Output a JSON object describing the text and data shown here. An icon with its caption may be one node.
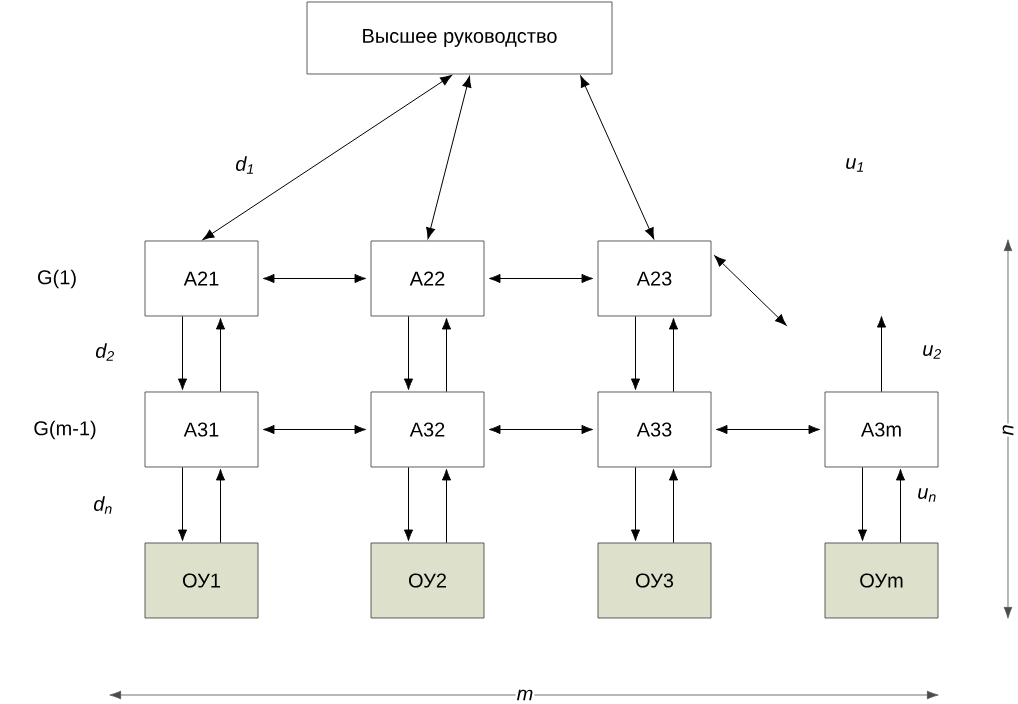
{
  "diagram": {
    "nodes": [
      {
        "text": [
          "Высшее руководство"
        ]
      },
      {
        "text": [
          "A21"
        ]
      },
      {
        "text": [
          "A22"
        ]
      },
      {
        "text": [
          "A23"
        ]
      },
      {
        "text": [
          "A31"
        ]
      },
      {
        "text": [
          "A32"
        ]
      },
      {
        "text": [
          "A33"
        ]
      },
      {
        "text": [
          "A3m"
        ]
      },
      {
        "text": [
          "ОУ1"
        ]
      },
      {
        "text": [
          "ОУ2"
        ]
      },
      {
        "text": [
          "ОУ3"
        ]
      },
      {
        "text": [
          "ОУm"
        ]
      }
    ],
    "edges": [
      {
        "from": 0,
        "to": 1,
        "arrow": "both"
      },
      {
        "from": 0,
        "to": 2,
        "arrow": "both"
      },
      {
        "from": 0,
        "to": 3,
        "arrow": "both"
      },
      {
        "from": 1,
        "to": 2,
        "arrow": "both"
      },
      {
        "from": 2,
        "to": 3,
        "arrow": "both"
      },
      {
        "from": 3,
        "to": null,
        "arrow": "both"
      },
      {
        "from": 1,
        "to": 4,
        "arrow": "to"
      },
      {
        "from": 4,
        "to": 1,
        "arrow": "to"
      },
      {
        "from": 2,
        "to": 5,
        "arrow": "to"
      },
      {
        "from": 5,
        "to": 2,
        "arrow": "to"
      },
      {
        "from": 3,
        "to": 6,
        "arrow": "to"
      },
      {
        "from": 6,
        "to": 3,
        "arrow": "to"
      },
      {
        "from": 4,
        "to": 5,
        "arrow": "both"
      },
      {
        "from": 5,
        "to": 6,
        "arrow": "both"
      },
      {
        "from": 6,
        "to": 7,
        "arrow": "both"
      },
      {
        "from": 7,
        "to": null,
        "arrow": "to"
      },
      {
        "from": 4,
        "to": 8,
        "arrow": "to"
      },
      {
        "from": 8,
        "to": 4,
        "arrow": "to"
      },
      {
        "from": 5,
        "to": 9,
        "arrow": "to"
      },
      {
        "from": 9,
        "to": 5,
        "arrow": "to"
      },
      {
        "from": 6,
        "to": 10,
        "arrow": "to"
      },
      {
        "from": 10,
        "to": 6,
        "arrow": "to"
      },
      {
        "from": 7,
        "to": 11,
        "arrow": "to"
      },
      {
        "from": 11,
        "to": 7,
        "arrow": "to"
      }
    ],
    "labels": [
      "d$_{1}$",
      "u$_{1}$",
      "G(1)",
      "d$_{2}$",
      "u$_{2}$",
      "G(m-1)",
      "d$_{n}$",
      "u$_{n}$",
      "n",
      "m"
    ]
  }
}
